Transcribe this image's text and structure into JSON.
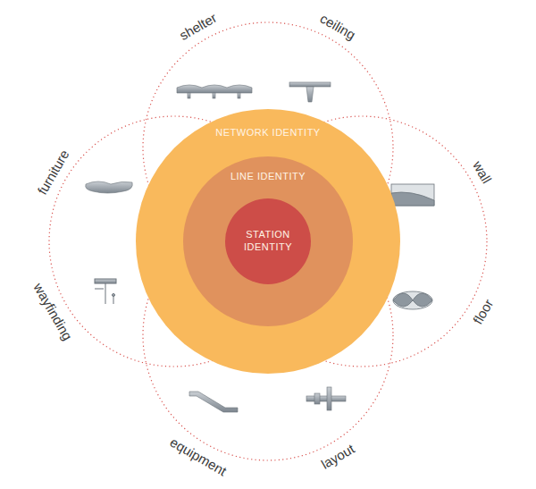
{
  "diagram": {
    "nodes": [
      {
        "text": [
          "NETWORK IDENTITY"
        ]
      },
      {
        "text": [
          "LINE IDENTITY"
        ],
        "in": 0
      },
      {
        "text": [
          "STATION IDENTITY"
        ],
        "in": 1
      }
    ],
    "labels": [
      "shelter",
      "ceiling",
      "wall",
      "floor",
      "layout",
      "equipment",
      "wayfinding",
      "furniture"
    ]
  }
}
